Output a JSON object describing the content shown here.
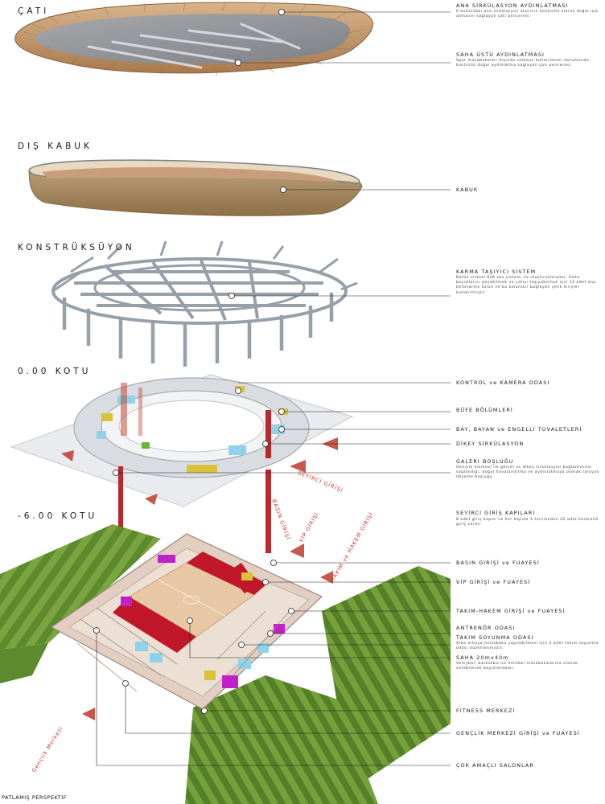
{
  "sections": {
    "cati": "ÇATI",
    "dis_kabuk": "DIŞ KABUK",
    "konstruksuyon": "KONSTRÜKSÜYON",
    "kot_000": "0.00 KOTU",
    "kot_600": "-6.00 KOTU"
  },
  "annotations": [
    {
      "title": "ANA SİRKÜLASYON AYDINLATMASI",
      "desc": "6 kotundaki ana sirkülasyon alanının kontrollü olarak doğal ışık almasını sağlayan çatı penceresi."
    },
    {
      "title": "SAHA ÜSTÜ AYDINLATMASI",
      "desc": "Spor müsabakaları dışında salonun kullanılması durumunda kontrollü doğal aydınlatma sağlayan çatı penceresi."
    },
    {
      "title": "KABUK",
      "desc": ""
    },
    {
      "title": "KARMA TAŞIYICI SİSTEM",
      "desc": "Bütün sistem 8x8 aks sistemi ile oluşturulmuştur. Saha boyutlarını geçebilmek ve çatıyı taşıyabilmek için 14 adet ana betonarme kolon ve bu kolonları bağlayan çelik kirişler kullanılmıştır."
    },
    {
      "title": "KONTROL ve KAMERA ODASI",
      "desc": ""
    },
    {
      "title": "BÜFE BÖLÜMLERİ",
      "desc": ""
    },
    {
      "title": "BAY, BAYAN ve ENGELLİ TUVALETLERİ",
      "desc": ""
    },
    {
      "title": "DİKEY SİRKÜLASYON",
      "desc": ""
    },
    {
      "title": "GALERİ BOŞLUĞU",
      "desc": "Gençlik merkezi ile görsel ve dikey sirkülasyon bağlantısının sağlandığı, doğal havalandırma ve aydınlatmaya olanak tanıyan döşeme boşluğu."
    },
    {
      "title": "SEYİRCİ GİRİŞ KAPILARI",
      "desc": "8 adet giriş kapısı ve her kapıda 4 turnikeden 32 adet kontrollü giriş vardır."
    },
    {
      "title": "BASIN GİRİŞİ ve FUAYESİ",
      "desc": ""
    },
    {
      "title": "VİP GİRİŞİ ve FUAYESİ",
      "desc": ""
    },
    {
      "title": "TAKIM-HAKEM GİRİŞİ ve FUAYESİ",
      "desc": ""
    },
    {
      "title": "ANTRENÖR ODASI",
      "desc": ""
    },
    {
      "title": "TAKIM SOYUNMA ODASI",
      "desc": "Arka arkaya müsabaka yapılabilmesi için 4 adet takım soyunma odası düzenlenmiştir."
    },
    {
      "title": "SAHA 20mx40m",
      "desc": "Voleybol, basketbol ve hentbol müsabakalarına olanak verebilecek boyutlardadır."
    },
    {
      "title": "FITNESS MERKEZİ",
      "desc": ""
    },
    {
      "title": "GENÇLİK MERKEZİ GİRİŞİ ve FUAYESİ",
      "desc": ""
    },
    {
      "title": "ÇOK AMAÇLI SALONLAR",
      "desc": ""
    }
  ],
  "entry_labels": {
    "seyirci": "SEYİRCİ GİRİŞİ",
    "basin": "BASIN GİRİŞİ",
    "vip": "VİP GİRİŞİ",
    "takim_hakem": "TAKIM ve HAKEM GİRİŞİ",
    "genclik": "Gençlik Merkezi"
  },
  "footer": "PATLAMIŞ PERSPEKTİF",
  "colors": {
    "accent_red": "#c0392b",
    "roof_wood": "#c9a27a",
    "roof_top": "#8f9094",
    "shell_bronze": "#a88a62",
    "structure": "#aab0b6",
    "grass": "#5e8a2e",
    "court": "#e7c7a4",
    "seats": "#c0182a",
    "room_blue": "#8fd3ea",
    "room_purple": "#c020c8",
    "room_yellow": "#d9c23a"
  }
}
